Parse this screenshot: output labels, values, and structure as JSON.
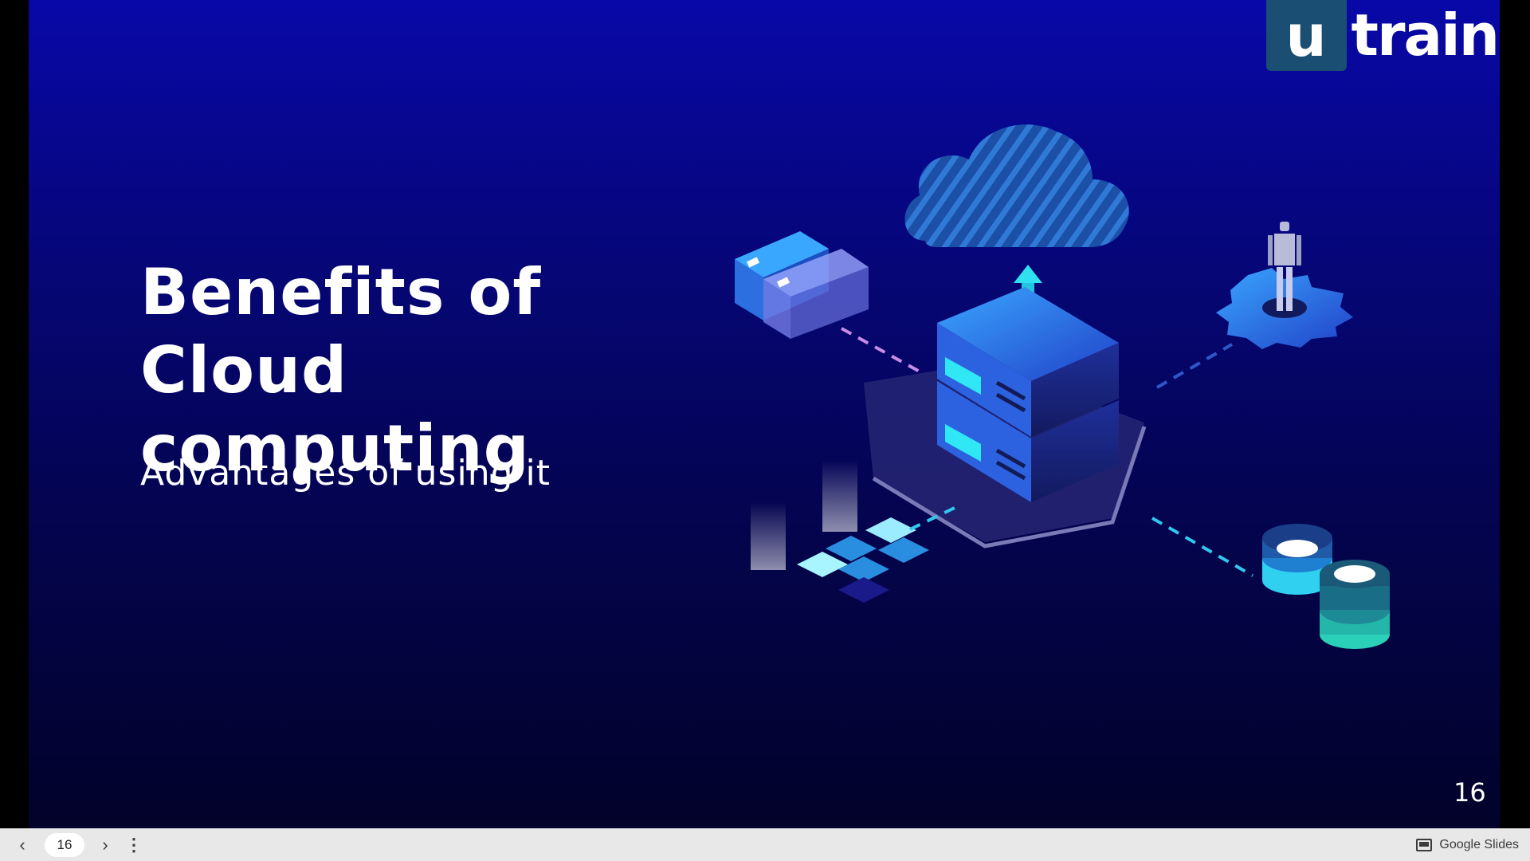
{
  "slide": {
    "title": "Benefits of Cloud computing",
    "subtitle": "Advantages of using it",
    "number": "16"
  },
  "logo": {
    "letter": "u",
    "text": "train"
  },
  "bottom_bar": {
    "page_value": "16",
    "brand_label": "Google Slides",
    "prev_icon": "chevron-left-icon",
    "next_icon": "chevron-right-icon",
    "menu_icon": "more-vert-icon"
  },
  "colors": {
    "slide_top": "#0808a8",
    "slide_bottom": "#02022a",
    "logo_box": "#1a4f73",
    "accent_cyan": "#22d3ee",
    "bar_bg": "#e8e8e8"
  }
}
